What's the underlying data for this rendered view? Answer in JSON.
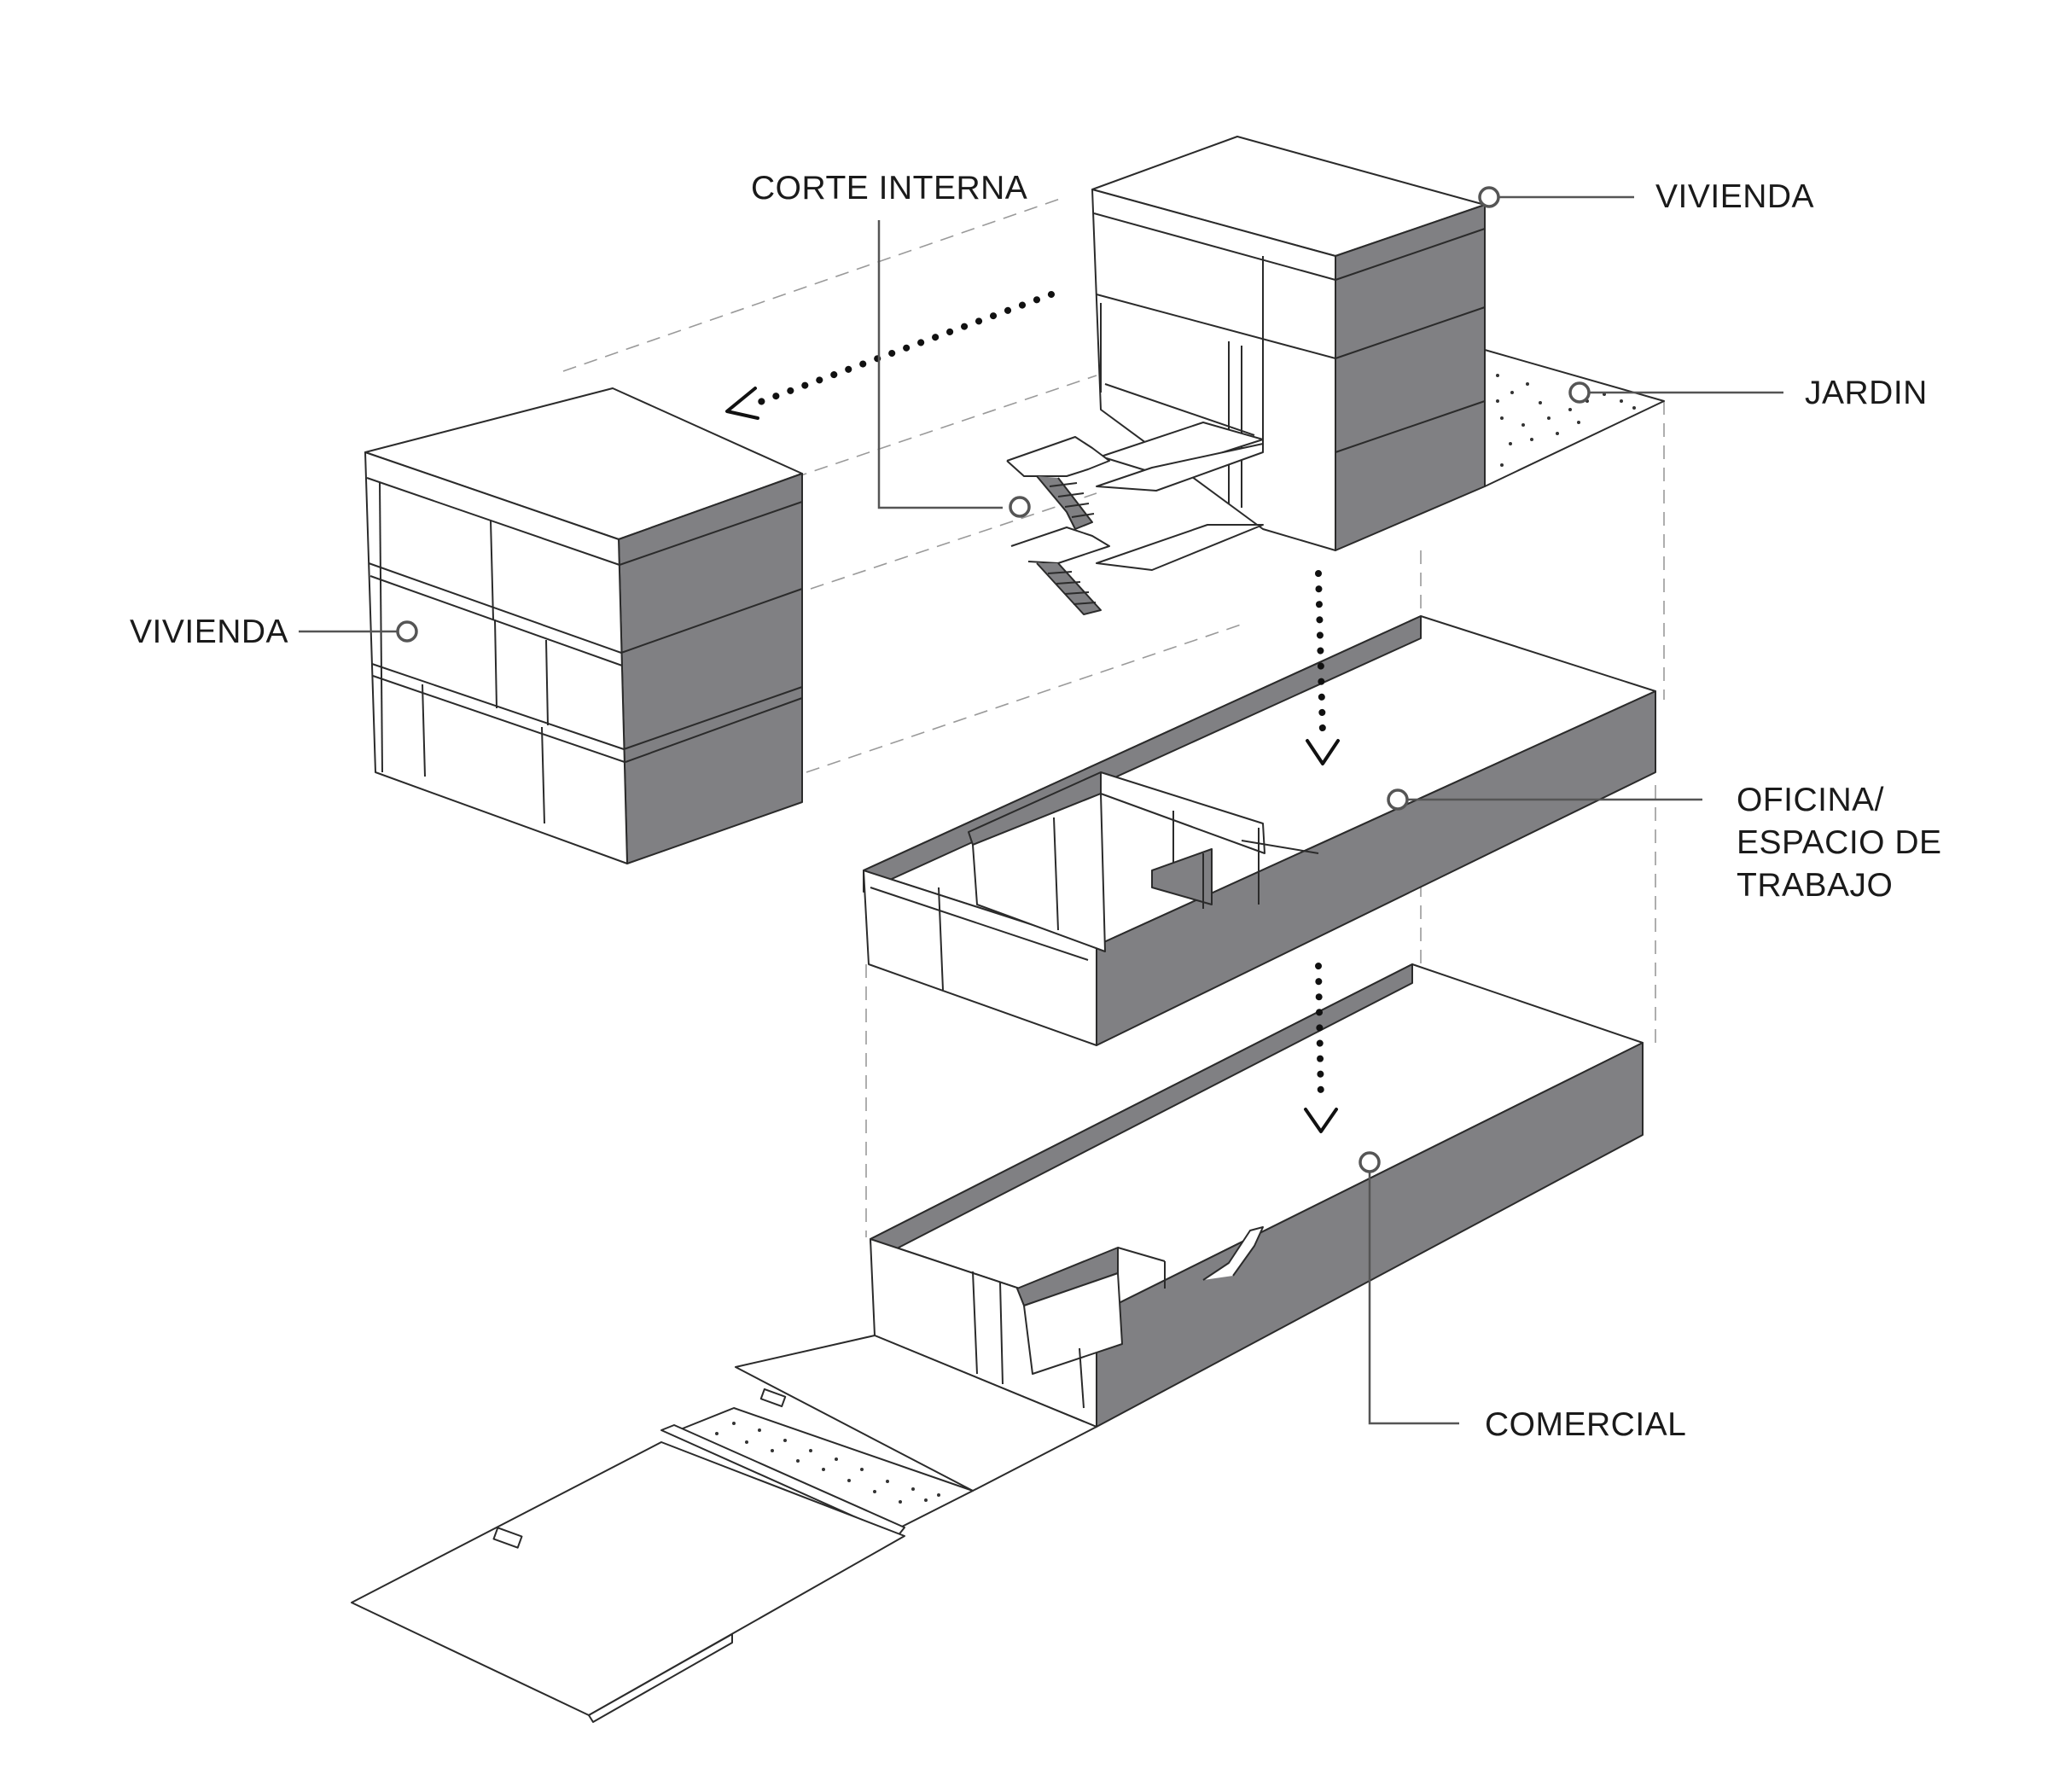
{
  "colors": {
    "shade": "#808083",
    "line": "#2b2b2b",
    "leader": "#555555",
    "paper": "#ffffff"
  },
  "labels": {
    "corte_interna": "CORTE INTERNA",
    "vivienda_top": "VIVIENDA",
    "jardin": "JARDIN",
    "vivienda_left": "VIVIENDA",
    "oficina_line1": "OFICINA/",
    "oficina_line2": "ESPACIO DE",
    "oficina_line3": "TRABAJO",
    "comercial": "COMERCIAL"
  }
}
